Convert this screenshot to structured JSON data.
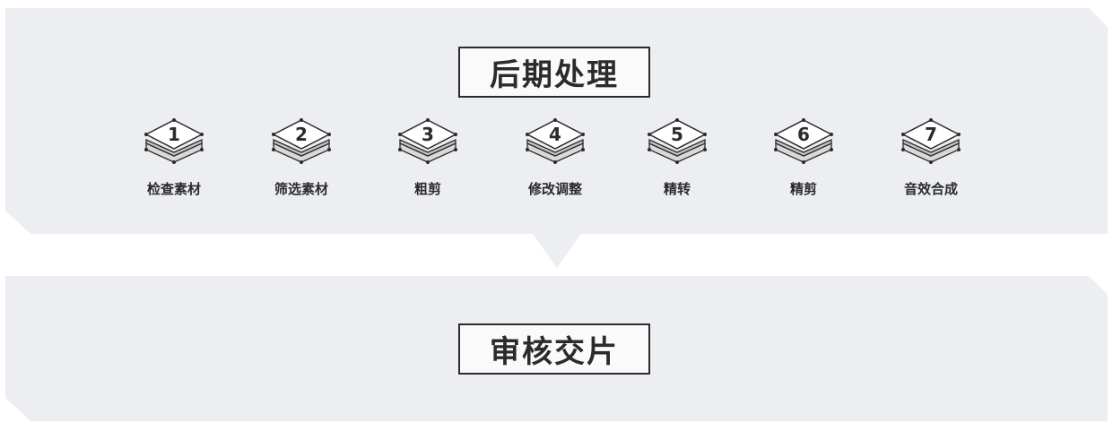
{
  "stage1": {
    "title": "后期处理"
  },
  "stage2": {
    "title": "审核交片"
  },
  "steps": [
    {
      "number": "1",
      "label": "检查素材",
      "icon": "layered-diamond-icon"
    },
    {
      "number": "2",
      "label": "筛选素材",
      "icon": "layered-diamond-icon"
    },
    {
      "number": "3",
      "label": "粗剪",
      "icon": "layered-diamond-icon"
    },
    {
      "number": "4",
      "label": "修改调整",
      "icon": "layered-diamond-icon"
    },
    {
      "number": "5",
      "label": "精转",
      "icon": "layered-diamond-icon"
    },
    {
      "number": "6",
      "label": "精剪",
      "icon": "layered-diamond-icon"
    },
    {
      "number": "7",
      "label": "音效合成",
      "icon": "layered-diamond-icon"
    }
  ],
  "colors": {
    "panel": "#eceef1",
    "ink": "#2b2b2b",
    "box": "#fafafa"
  }
}
